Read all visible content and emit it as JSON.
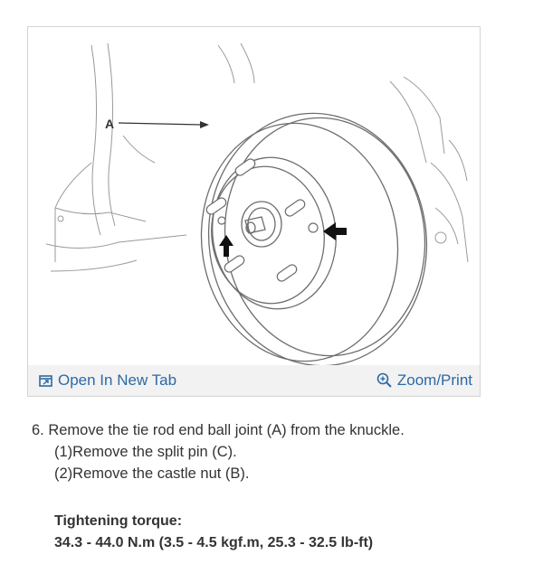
{
  "figure": {
    "callout_label": "A",
    "toolbar": {
      "open_tab_label": "Open In New Tab",
      "zoom_label": "Zoom/Print",
      "open_tab_icon": "open-tab-icon",
      "zoom_icon": "magnifier-plus-icon"
    }
  },
  "step": {
    "main": "6. Remove the tie rod end ball joint (A) from the knuckle.",
    "substeps": [
      "(1)Remove the split pin (C).",
      "(2)Remove the castle nut (B)."
    ]
  },
  "torque": {
    "label": "Tightening torque:",
    "value": "34.3 - 44.0 N.m (3.5 - 4.5 kgf.m, 25.3 - 32.5 lb-ft)"
  },
  "colors": {
    "link": "#2c6aa6",
    "toolbar_bg": "#f2f2f2",
    "frame_border": "#d4d4d4",
    "text": "#333333"
  }
}
